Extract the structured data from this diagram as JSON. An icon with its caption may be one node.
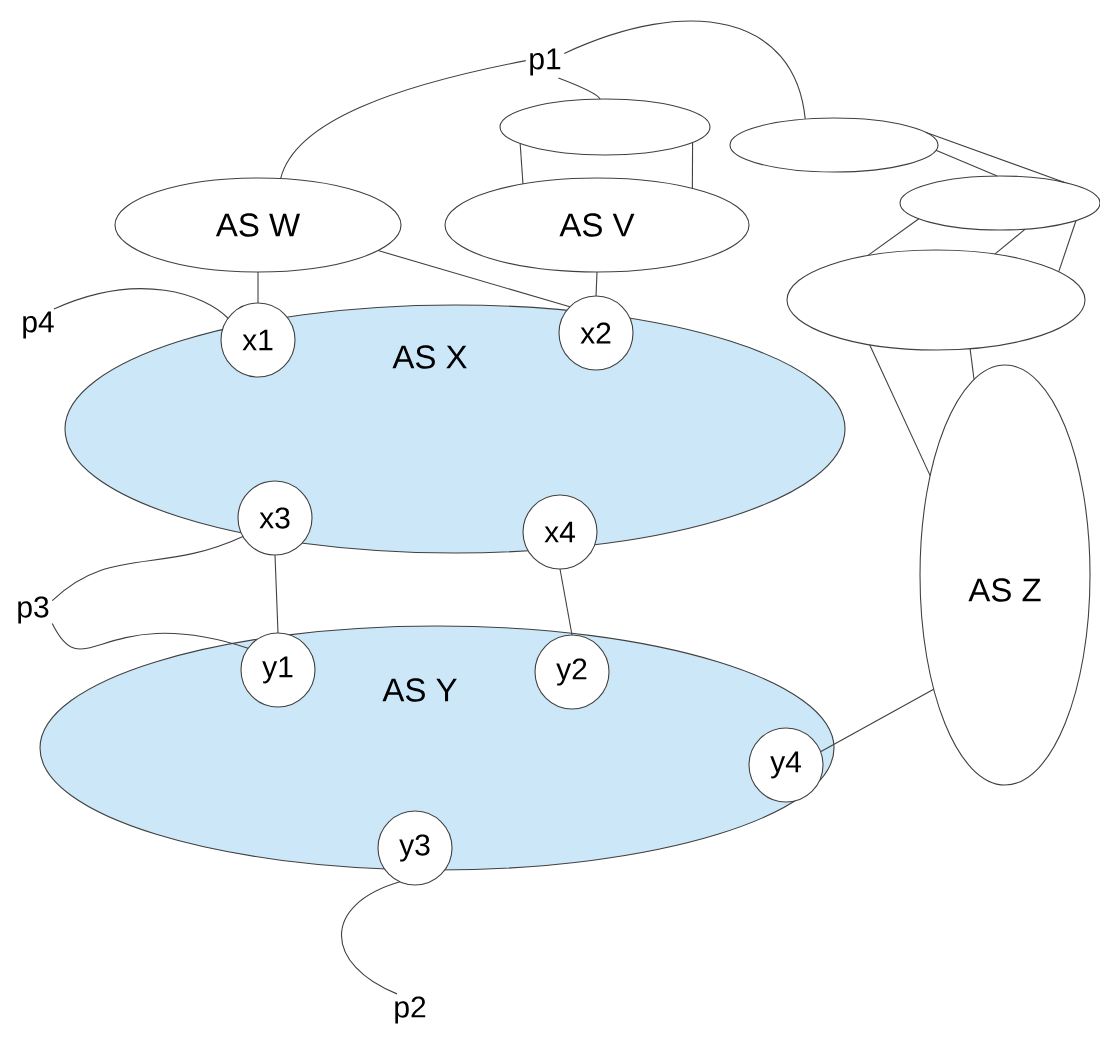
{
  "diagram": {
    "nodes": [
      {
        "text": [
          "p1"
        ]
      },
      {
        "text": [],
        "shape": "ellipse"
      },
      {
        "text": [],
        "shape": "ellipse"
      },
      {
        "text": [
          "AS W"
        ]
      },
      {
        "text": [
          "AS V"
        ]
      },
      {
        "text": [],
        "shape": "ellipse"
      },
      {
        "text": [
          "p4"
        ]
      },
      {
        "text": [],
        "shape": "ellipse"
      },
      {
        "text": [
          "AS X"
        ]
      },
      {
        "text": [
          "x1"
        ],
        "in": 8
      },
      {
        "text": [
          "x2"
        ],
        "in": 8
      },
      {
        "text": [
          "x3"
        ],
        "in": 8
      },
      {
        "text": [
          "x4"
        ],
        "in": 8
      },
      {
        "text": [
          "AS Z"
        ]
      },
      {
        "text": [
          "p3"
        ]
      },
      {
        "text": [
          "AS Y"
        ]
      },
      {
        "text": [
          "y1"
        ],
        "in": 15
      },
      {
        "text": [
          "y2"
        ],
        "in": 15
      },
      {
        "text": [
          "y3"
        ],
        "in": 15
      },
      {
        "text": [
          "y4"
        ],
        "in": 15
      },
      {
        "text": [
          "p2"
        ]
      }
    ],
    "edges": [
      {
        "from": 0,
        "to": 3,
        "arrow": "none"
      },
      {
        "from": 0,
        "to": 1,
        "arrow": "none"
      },
      {
        "from": 0,
        "to": 2,
        "arrow": "none"
      },
      {
        "from": 1,
        "to": 4,
        "arrow": "none"
      },
      {
        "from": 1,
        "to": 4,
        "arrow": "none"
      },
      {
        "from": 2,
        "to": 5,
        "arrow": "none"
      },
      {
        "from": 2,
        "to": 5,
        "arrow": "none"
      },
      {
        "from": 5,
        "to": 7,
        "arrow": "none"
      },
      {
        "from": 5,
        "to": 7,
        "arrow": "none"
      },
      {
        "from": 5,
        "to": 7,
        "arrow": "none"
      },
      {
        "from": 7,
        "to": 13,
        "arrow": "none"
      },
      {
        "from": 7,
        "to": 13,
        "arrow": "none"
      },
      {
        "from": 3,
        "to": 9,
        "arrow": "none"
      },
      {
        "from": 3,
        "to": 10,
        "arrow": "none"
      },
      {
        "from": 4,
        "to": 10,
        "arrow": "none"
      },
      {
        "from": 6,
        "to": 9,
        "arrow": "none"
      },
      {
        "from": 11,
        "to": 16,
        "arrow": "none"
      },
      {
        "from": 12,
        "to": 17,
        "arrow": "none"
      },
      {
        "from": 14,
        "to": 11,
        "arrow": "none"
      },
      {
        "from": 14,
        "to": 16,
        "arrow": "none"
      },
      {
        "from": 18,
        "to": 20,
        "arrow": "none"
      },
      {
        "from": 19,
        "to": 13,
        "arrow": "none"
      }
    ]
  }
}
